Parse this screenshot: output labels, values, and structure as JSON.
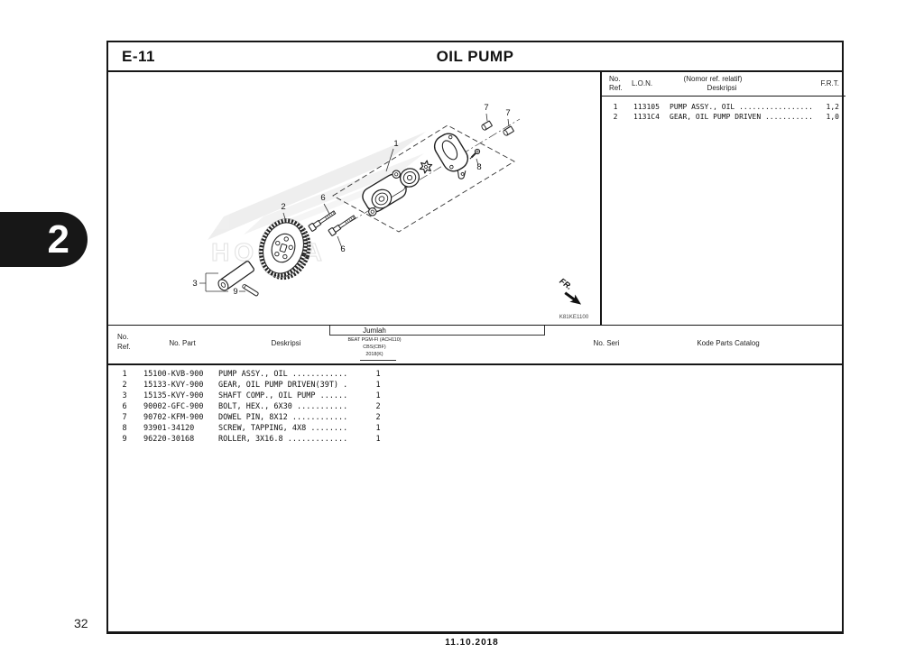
{
  "page": {
    "section_code": "E-11",
    "title": "OIL PUMP",
    "tab_number": "2",
    "page_number": "32",
    "footer_date": "11.10.2018"
  },
  "lon_table": {
    "col_no_line1": "No.",
    "col_no_line2": "Ref.",
    "col_lon": "L.O.N.",
    "col_desc_line1": "(Nomor ref. relatif)",
    "col_desc_line2": "Deskripsi",
    "col_frt": "F.R.T.",
    "rows": [
      {
        "no": "1",
        "lon": "113105",
        "desc": "PUMP ASSY., OIL .................",
        "frt": "1,2"
      },
      {
        "no": "2",
        "lon": "1131C4",
        "desc": "GEAR, OIL PUMP DRIVEN ...........",
        "frt": "1,0"
      }
    ]
  },
  "parts_table": {
    "col_no_line1": "No.",
    "col_no_line2": "Ref.",
    "col_no_part": "No. Part",
    "col_desc": "Deskripsi",
    "col_jumlah": "Jumlah",
    "jumlah_sub_line1": "BEAT PGM-FI (ACH110)",
    "jumlah_sub_line2": "CBS(CBF)",
    "jumlah_sub_line3": "2018(K)",
    "col_no_seri": "No. Seri",
    "col_kode": "Kode Parts Catalog",
    "rows": [
      {
        "ref": "1",
        "part": "15100-KVB-900",
        "desc": "PUMP ASSY., OIL ............",
        "qty": "1"
      },
      {
        "ref": "2",
        "part": "15133-KVY-900",
        "desc": "GEAR, OIL PUMP DRIVEN(39T) .",
        "qty": "1"
      },
      {
        "ref": "3",
        "part": "15135-KVY-900",
        "desc": "SHAFT COMP., OIL PUMP ......",
        "qty": "1"
      },
      {
        "ref": "",
        "part": "",
        "desc": "",
        "qty": ""
      },
      {
        "ref": "6",
        "part": "90002-GFC-900",
        "desc": "BOLT, HEX., 6X30 ...........",
        "qty": "2"
      },
      {
        "ref": "7",
        "part": "90702-KFM-900",
        "desc": "DOWEL PIN, 8X12 ............",
        "qty": "2"
      },
      {
        "ref": "8",
        "part": "93901-34120",
        "desc": "SCREW, TAPPING, 4X8 ........",
        "qty": "1"
      },
      {
        "ref": "9",
        "part": "96220-30168",
        "desc": "ROLLER, 3X16.8 .............",
        "qty": "1"
      }
    ]
  },
  "diagram": {
    "watermark": "HONDA",
    "fr_label": "FR.",
    "code": "K81KE1100",
    "callouts": {
      "n1": "1",
      "n2": "2",
      "n3": "3",
      "n6": "6",
      "n7": "7",
      "n8": "8",
      "n9": "9"
    }
  }
}
